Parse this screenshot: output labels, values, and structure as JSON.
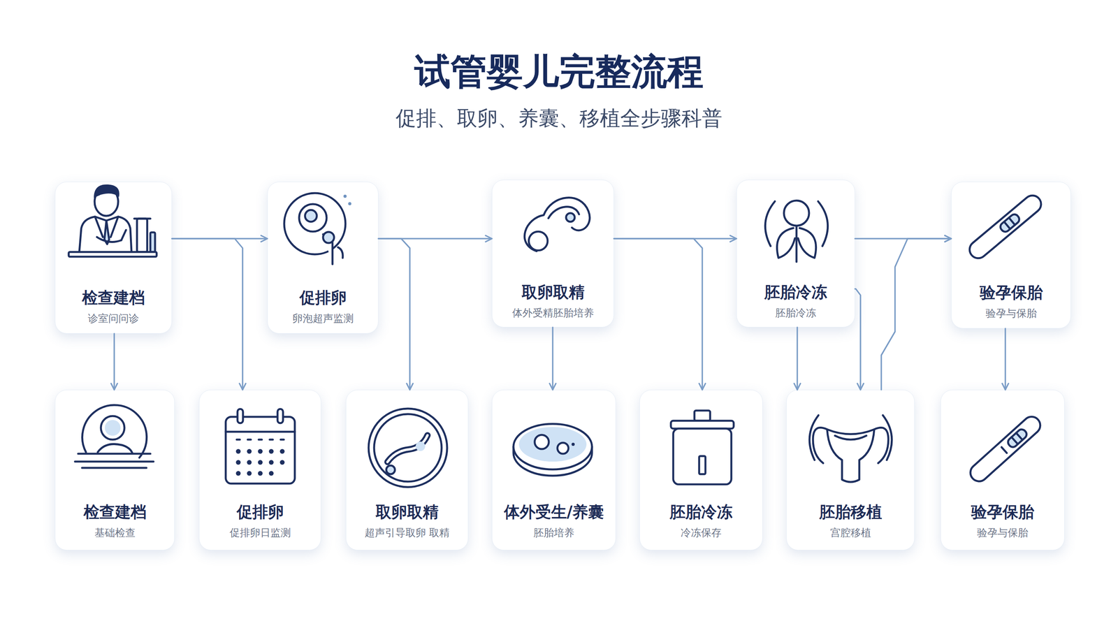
{
  "diagram": {
    "title": "试管婴儿完整流程",
    "caption": "促排、取卵、养囊、移植全步骤科普",
    "nodes": [
      {
        "text": [
          "检查建档",
          "诊室问问诊"
        ]
      },
      {
        "text": [
          "促排卵",
          "卵泡超声监测"
        ]
      },
      {
        "text": [
          "取卵取精",
          "体外受精胚胎培养"
        ]
      },
      {
        "text": [
          "胚胎冷冻",
          "胚胎冷冻"
        ]
      },
      {
        "text": [
          "验孕保胎",
          "验孕与保胎"
        ]
      },
      {
        "text": [
          "检查建档",
          "基础检查"
        ]
      },
      {
        "text": [
          "促排卵",
          "促排卵日监测"
        ]
      },
      {
        "text": [
          "取卵取精",
          "超声引导取卵 取精"
        ]
      },
      {
        "text": [
          "体外受生/养囊",
          "胚胎培养"
        ]
      },
      {
        "text": [
          "胚胎冷冻",
          "冷冻保存"
        ]
      },
      {
        "text": [
          "胚胎移植",
          "宫腔移植"
        ]
      },
      {
        "text": [
          "验孕保胎",
          "验孕与保胎"
        ]
      }
    ],
    "edges": [
      {
        "from": 0,
        "to": 1,
        "arrow": "to"
      },
      {
        "from": 1,
        "to": 2,
        "arrow": "to"
      },
      {
        "from": 2,
        "to": 3,
        "arrow": "to"
      },
      {
        "from": 3,
        "to": 4,
        "arrow": "to"
      },
      {
        "from": 0,
        "to": 5,
        "arrow": "to"
      },
      {
        "from": 0,
        "to": 6,
        "arrow": "to"
      },
      {
        "from": 1,
        "to": 7,
        "arrow": "to"
      },
      {
        "from": 2,
        "to": 8,
        "arrow": "to"
      },
      {
        "from": 2,
        "to": 9,
        "arrow": "to"
      },
      {
        "from": 3,
        "to": 10,
        "arrow": "to"
      },
      {
        "from": 3,
        "to": 10,
        "arrow": "to"
      },
      {
        "from": 10,
        "to": 4,
        "arrow": "to"
      },
      {
        "from": 4,
        "to": 11,
        "arrow": "to"
      }
    ]
  }
}
